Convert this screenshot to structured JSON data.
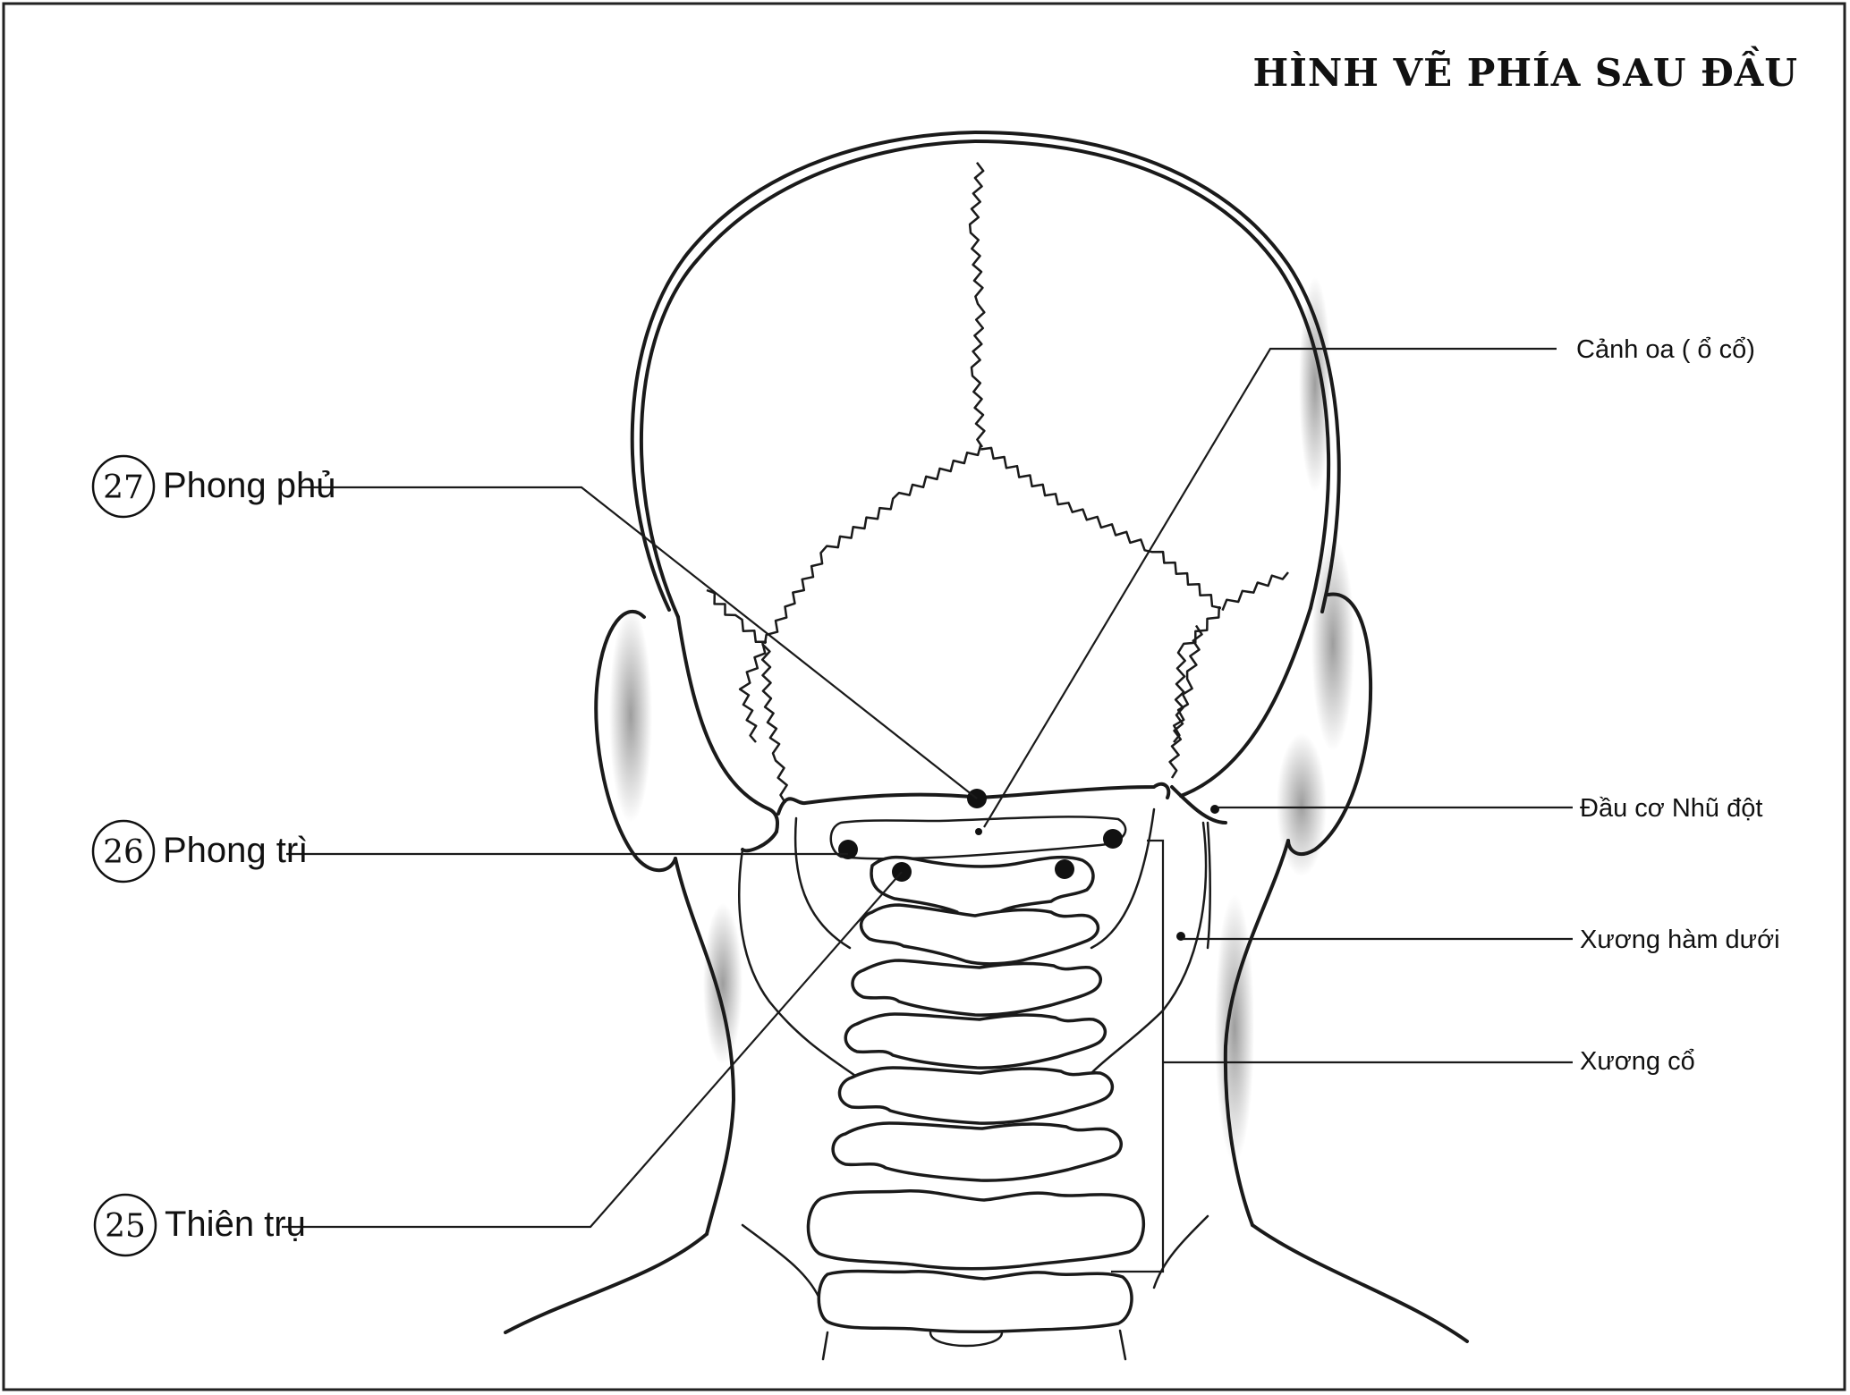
{
  "title": "HÌNH VẼ PHÍA SAU ĐẦU",
  "colors": {
    "ink": "#1a1a1a",
    "shade": "#8c8c8c",
    "background": "#ffffff"
  },
  "points": [
    {
      "number": "27",
      "name": "Phong phủ"
    },
    {
      "number": "26",
      "name": "Phong trì"
    },
    {
      "number": "25",
      "name": "Thiên trụ"
    }
  ],
  "anatomy_labels": [
    {
      "name": "Cảnh oa ( ổ cổ)"
    },
    {
      "name": "Đầu cơ Nhũ đột"
    },
    {
      "name": "Xương hàm dưới"
    },
    {
      "name": "Xương cổ"
    }
  ]
}
